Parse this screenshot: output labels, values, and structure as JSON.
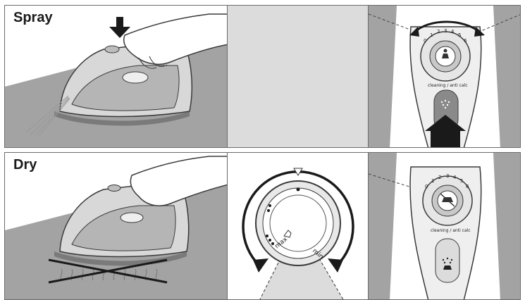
{
  "rows": [
    {
      "label": "Spray"
    },
    {
      "label": "Dry"
    }
  ],
  "dial": {
    "max_label": "max",
    "min_label": "min"
  },
  "handle": {
    "scale": [
      "0",
      "1",
      "2",
      "3",
      "4",
      "5",
      "6"
    ],
    "caption": "cleaning / anti calc"
  },
  "icons": {
    "spray_press_arrow": "down-arrow-icon",
    "spray_button": "steam-drops-icon",
    "dial_indicator": "triangle-marker-icon",
    "dial_hand": "hand-icon",
    "dry_crossed_steam": "cross-icon"
  },
  "colors": {
    "table_gray": "#a3a3a3",
    "iron_light": "#d8d8d8",
    "iron_mid": "#b5b5b5",
    "panel_gray": "#dcdcdc",
    "outline": "#3a3a3a"
  }
}
